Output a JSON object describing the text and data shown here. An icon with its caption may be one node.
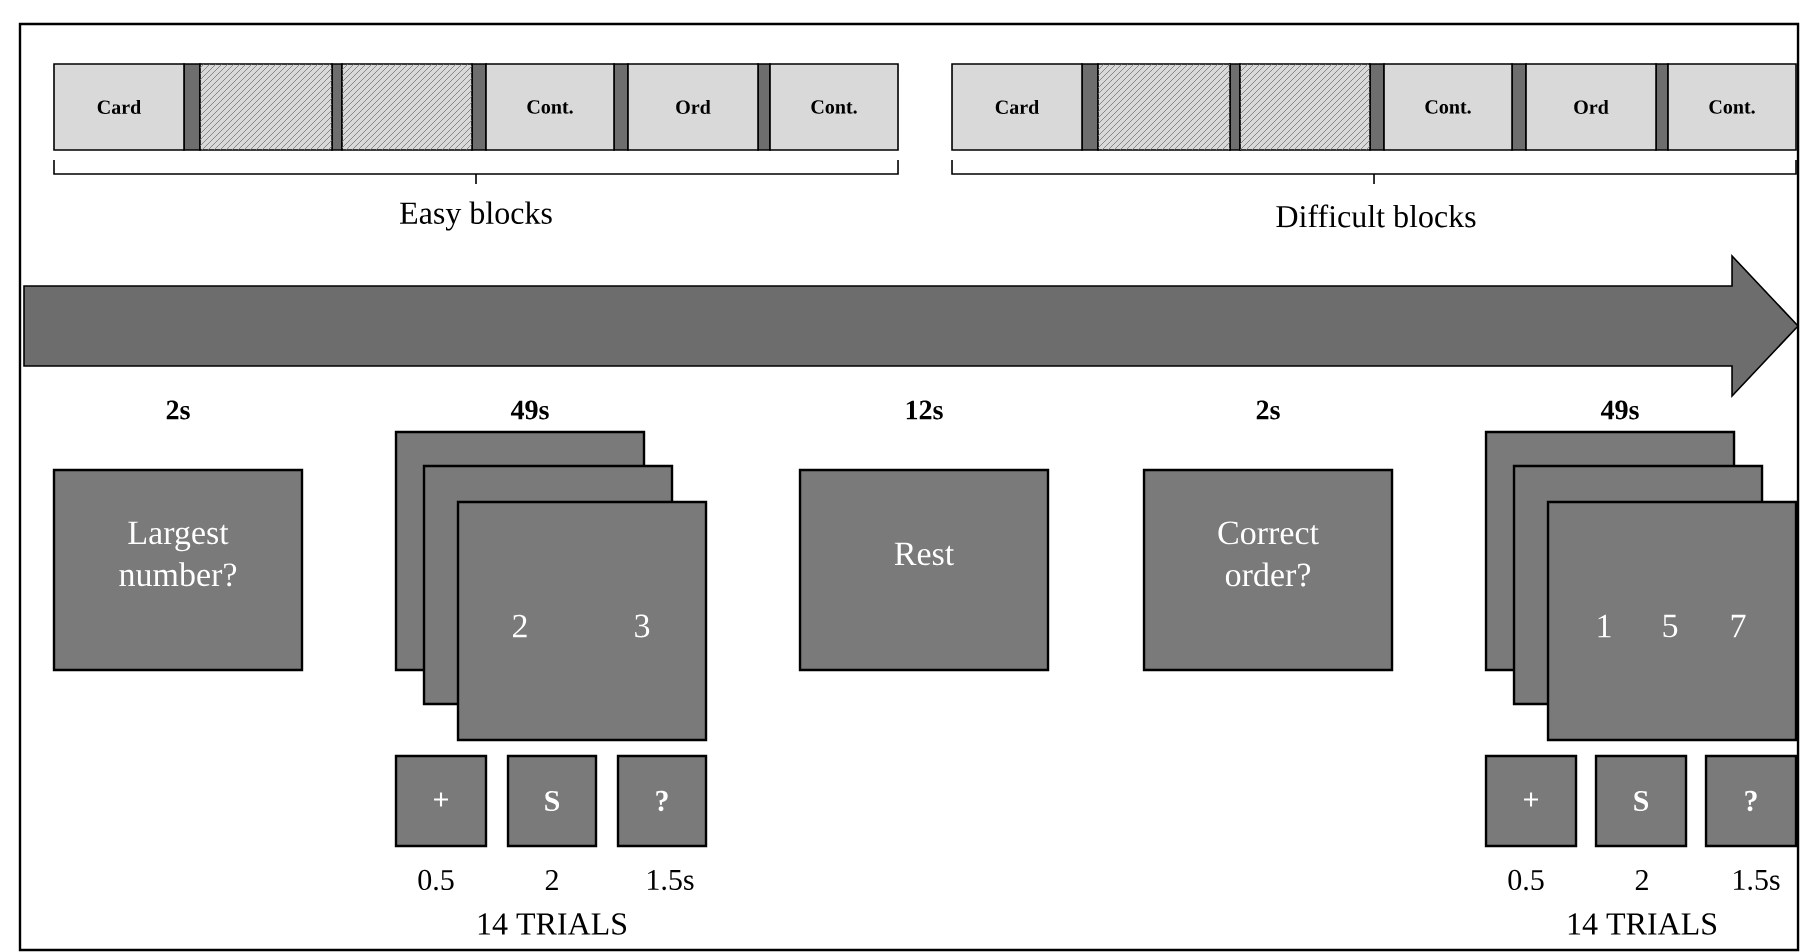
{
  "diagram": {
    "nodes": [
      {
        "text": [
          "Card"
        ]
      },
      {
        "text": [],
        "shape": "box"
      },
      {
        "text": [],
        "shape": "box"
      },
      {
        "text": [
          "Cont."
        ]
      },
      {
        "text": [
          "Ord"
        ]
      },
      {
        "text": [
          "Cont."
        ]
      },
      {
        "text": [
          "Card"
        ]
      },
      {
        "text": [],
        "shape": "box"
      },
      {
        "text": [],
        "shape": "box"
      },
      {
        "text": [
          "Cont."
        ]
      },
      {
        "text": [
          "Ord"
        ]
      },
      {
        "text": [
          "Cont."
        ]
      },
      {
        "text": [
          "Largest number?"
        ],
        "beside": [
          "2s"
        ]
      },
      {
        "text": [
          "2",
          "3"
        ],
        "beside": [
          "49s"
        ]
      },
      {
        "text": [
          "+"
        ],
        "beside": [
          "0.5"
        ]
      },
      {
        "text": [
          "S"
        ],
        "beside": [
          "2"
        ]
      },
      {
        "text": [
          "?"
        ],
        "beside": [
          "1.5s"
        ]
      },
      {
        "text": [
          "Rest"
        ],
        "beside": [
          "12s"
        ]
      },
      {
        "text": [
          "Correct order?"
        ],
        "beside": [
          "2s"
        ]
      },
      {
        "text": [
          "1",
          "5",
          "7"
        ],
        "beside": [
          "49s"
        ]
      },
      {
        "text": [
          "+"
        ],
        "beside": [
          "0.5"
        ]
      },
      {
        "text": [
          "S"
        ],
        "beside": [
          "2"
        ]
      },
      {
        "text": [
          "?"
        ],
        "beside": [
          "1.5s"
        ]
      }
    ],
    "labels": [
      "Easy blocks",
      "Difficult blocks",
      "14 TRIALS",
      "14 TRIALS"
    ]
  }
}
